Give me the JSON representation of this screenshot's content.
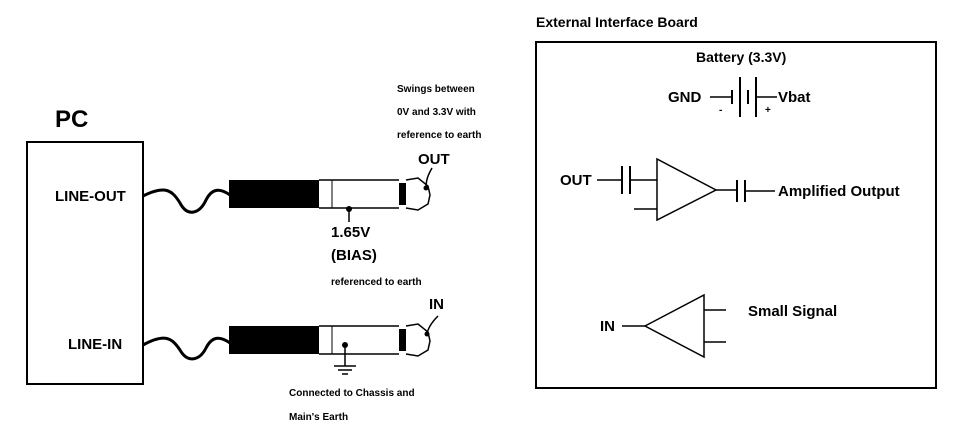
{
  "pc": {
    "title": "PC",
    "line_out": "LINE-OUT",
    "line_in": "LINE-IN"
  },
  "notes": {
    "swing_1": "Swings between",
    "swing_2": "0V and 3.3V with",
    "swing_3": "reference to earth",
    "out": "OUT",
    "bias_value": "1.65V",
    "bias_label": "(BIAS)",
    "bias_ref": "referenced to earth",
    "in": "IN",
    "chassis_1": "Connected to Chassis and",
    "chassis_2": "Main's Earth"
  },
  "board": {
    "title": "External Interface Board",
    "battery_title": "Battery (3.3V)",
    "gnd": "GND",
    "vbat": "Vbat",
    "minus": "-",
    "plus": "+",
    "amp_in": "OUT",
    "amp_out": "Amplified Output",
    "sig_in": "IN",
    "sig_out": "Small Signal"
  },
  "colors": {
    "ink": "#000000",
    "background": "#ffffff"
  }
}
